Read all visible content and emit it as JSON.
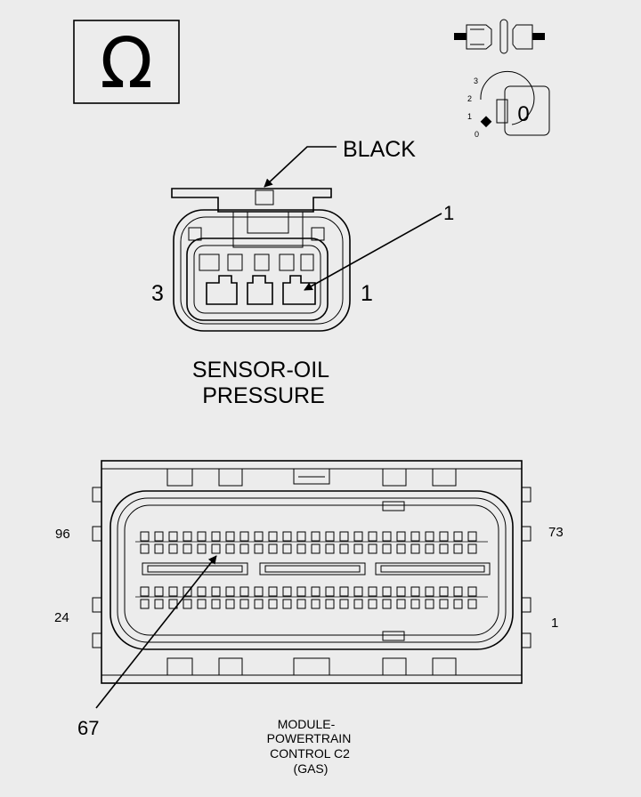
{
  "ohm_symbol": "Ω",
  "ignition_key": {
    "positions": [
      "3",
      "2",
      "1",
      "0"
    ],
    "key_label": "0"
  },
  "sensor_connector": {
    "color_callout": "BLACK",
    "pin_callout": "1",
    "left_pin": "3",
    "right_pin": "1",
    "name_lines": [
      "SENSOR-OIL",
      "PRESSURE"
    ]
  },
  "pcm_connector": {
    "top_left_pin": "96",
    "top_right_pin": "73",
    "bottom_left_pin": "24",
    "bottom_right_pin": "1",
    "callout_pin": "67",
    "name_lines": [
      "MODULE-",
      "POWERTRAIN",
      "CONTROL C2",
      "(GAS)"
    ]
  },
  "colors": {
    "line": "#000000",
    "background": "#ececec"
  }
}
